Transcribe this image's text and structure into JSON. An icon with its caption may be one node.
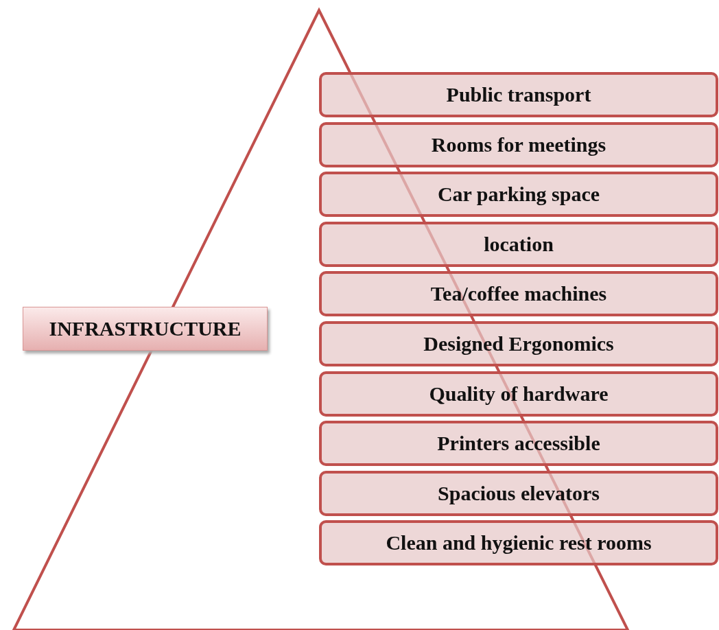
{
  "diagram": {
    "nodes": [
      {
        "text": [
          "INFRASTRUCTURE"
        ]
      },
      {
        "text": [
          "Public transport"
        ]
      },
      {
        "text": [
          "Rooms for meetings"
        ]
      },
      {
        "text": [
          "Car parking space"
        ]
      },
      {
        "text": [
          "location"
        ]
      },
      {
        "text": [
          "Tea/coffee machines"
        ]
      },
      {
        "text": [
          "Designed Ergonomics"
        ]
      },
      {
        "text": [
          "Quality of hardware"
        ]
      },
      {
        "text": [
          "Printers accessible"
        ]
      },
      {
        "text": [
          "Spacious elevators"
        ]
      },
      {
        "text": [
          "Clean and hygienic rest rooms"
        ]
      }
    ]
  }
}
